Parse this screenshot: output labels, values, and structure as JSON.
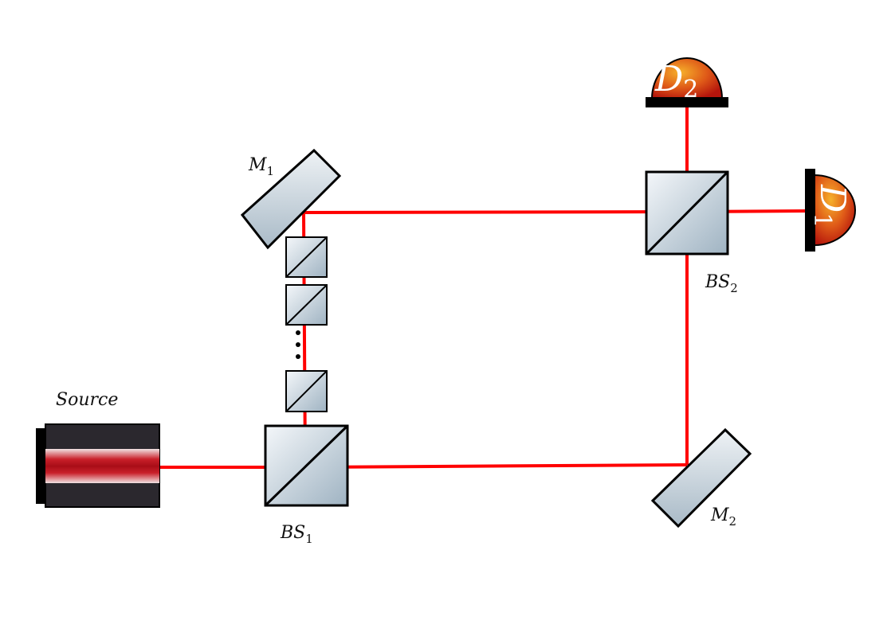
{
  "labels": {
    "source": "Source",
    "bs1": {
      "main": "BS",
      "sub": "1"
    },
    "bs2": {
      "main": "BS",
      "sub": "2"
    },
    "m1": {
      "main": "M",
      "sub": "1"
    },
    "m2": {
      "main": "M",
      "sub": "2"
    },
    "d1": {
      "main": "D",
      "sub": "1"
    },
    "d2": {
      "main": "D",
      "sub": "2"
    }
  },
  "colors": {
    "beam": "#ff0000",
    "optic_fill": "#bfcdd8",
    "source_body": "#2b282e",
    "detector": "#d9531a"
  }
}
